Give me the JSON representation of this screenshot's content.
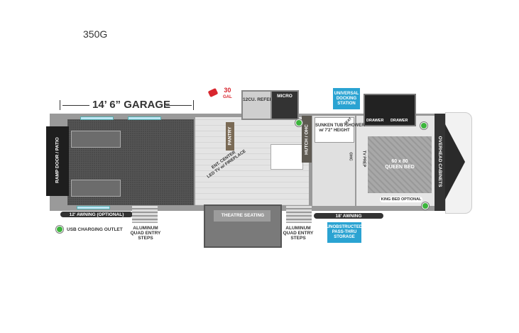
{
  "model": "350G",
  "garage_dimension": "14’ 6” GARAGE",
  "fuel": {
    "icon": "fuel-pump-icon",
    "capacity": "30",
    "unit": "GAL",
    "color": "#d8262e"
  },
  "rooms": {
    "ramp_door": "RAMP DOOR / PATIO",
    "refer": "12CU. REFER",
    "micro": "MICRO",
    "pantry": "PANTRY",
    "ent_center": "ENT. CENTER",
    "led_tv": "LED TV w/ FIREPLACE",
    "hutch": "HUTCH / OHC",
    "tub": "SUNKEN TUB /SHOWER",
    "tub_height": "w/ 7'2\" HEIGHT",
    "seat": "SEAT",
    "ohc": "OHC",
    "tv_prep": "TV PREP",
    "drawer1": "DRAWER",
    "drawer2": "DRAWER",
    "bed_size": "60 x 80",
    "bed": "QUEEN BED",
    "king_bed": "KING BED OPTIONAL",
    "overhead": "OVERHEAD CABINETS",
    "theatre": "THEATRE SEATING"
  },
  "awning_12": "12' AWNING (OPTIONAL)",
  "awning_18": "18' AWNING",
  "steps_label": "ALUMINUM QUAD ENTRY STEPS",
  "usb_legend": "USB CHARGING OUTLET",
  "badges": {
    "docking": "UNIVERSAL DOCKING STATION",
    "storage": "UNOBSTRUCTED PASS-THRU STORAGE",
    "color": "#2aa3d2"
  },
  "usb_color": "#3cb43c"
}
